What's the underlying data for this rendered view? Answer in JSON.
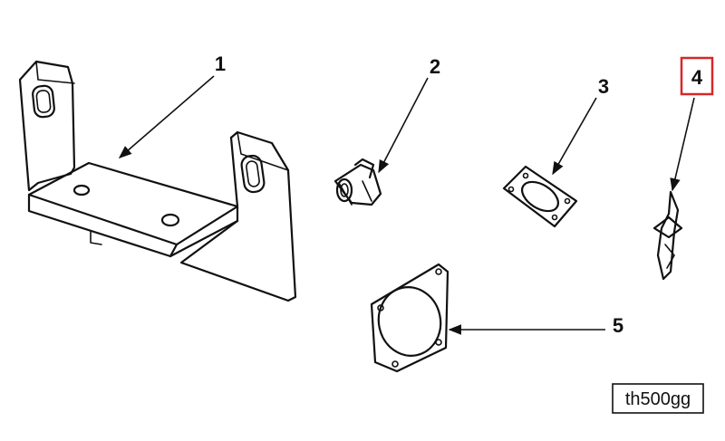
{
  "callouts": [
    {
      "id": "1",
      "label": "1"
    },
    {
      "id": "2",
      "label": "2"
    },
    {
      "id": "3",
      "label": "3"
    },
    {
      "id": "4",
      "label": "4",
      "highlighted": true
    },
    {
      "id": "5",
      "label": "5"
    }
  ],
  "figure_id": "th500gg",
  "colors": {
    "ink": "#111111",
    "highlight": "#d62828",
    "background": "#ffffff"
  }
}
